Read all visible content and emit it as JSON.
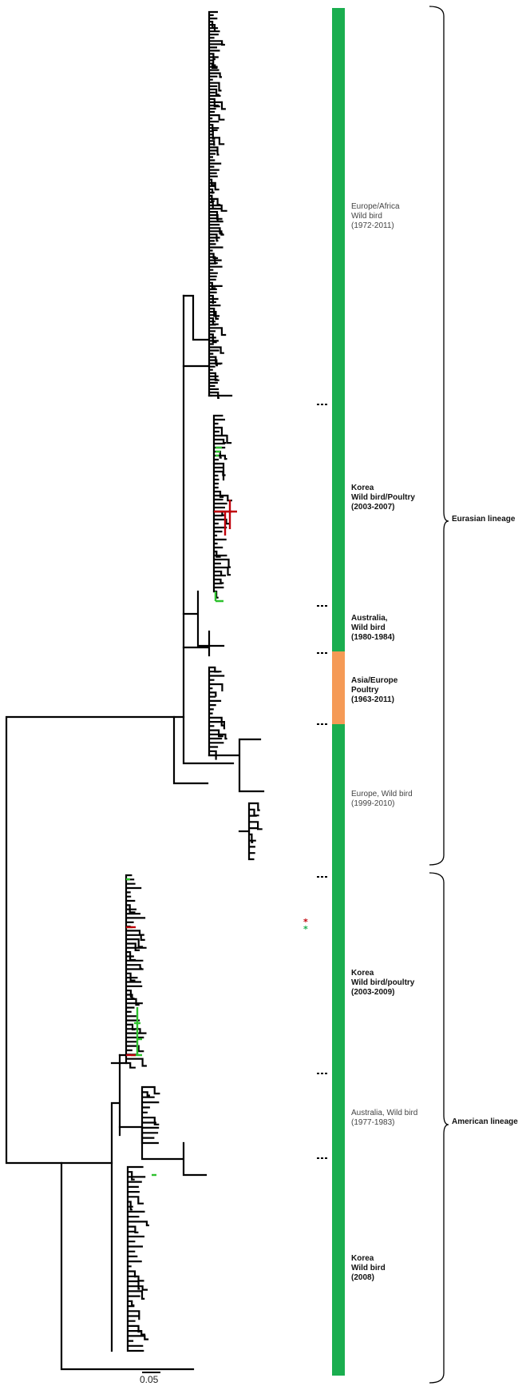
{
  "clades": [
    {
      "lines": [
        "Europe/Africa",
        "Wild bird",
        "(1972-2011)"
      ],
      "bold": false,
      "bar_color": "#1aae4f"
    },
    {
      "lines": [
        "Korea",
        "Wild bird/Poultry",
        "(2003-2007)"
      ],
      "bold": true,
      "bar_color": "#1aae4f"
    },
    {
      "lines": [
        "Australia,",
        "Wild bird",
        "(1980-1984)"
      ],
      "bold": true,
      "bar_color": "#1aae4f"
    },
    {
      "lines": [
        "Asia/Europe",
        "Poultry",
        "(1963-2011)"
      ],
      "bold": true,
      "bar_color": "#f59a56"
    },
    {
      "lines": [
        "Europe, Wild bird",
        "(1999-2010)"
      ],
      "bold": false,
      "bar_color": "#1aae4f"
    },
    {
      "lines": [
        "Korea",
        "Wild bird/poultry",
        "(2003-2009)"
      ],
      "bold": true,
      "bar_color": "#1aae4f"
    },
    {
      "lines": [
        "Australia, Wild bird",
        "(1977-1983)"
      ],
      "bold": false,
      "bar_color": "#1aae4f"
    },
    {
      "lines": [
        "Korea",
        "Wild bird",
        "(2008)"
      ],
      "bold": true,
      "bar_color": "#1aae4f"
    }
  ],
  "lineages": {
    "eurasian": "Eurasian lineage",
    "american": "American lineage"
  },
  "scale_bar": "0.05",
  "markers": {
    "red": "*",
    "green": "*"
  },
  "colors": {
    "tree": "#000000",
    "korea_red": "#c0000a",
    "korea_green": "#2ec12e",
    "bar_green": "#1aae4f",
    "bar_orange": "#f59a56"
  }
}
